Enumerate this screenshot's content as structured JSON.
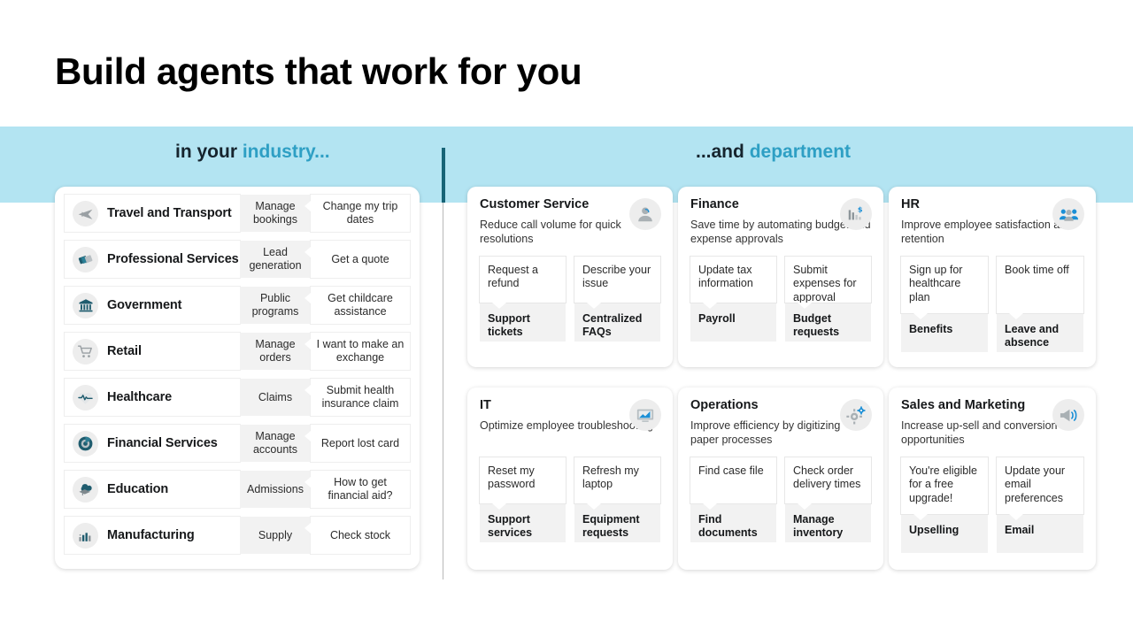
{
  "title": "Build agents that work for you",
  "band": {
    "left_prefix": "in your ",
    "left_accent": "industry...",
    "right_prefix": "...and ",
    "right_accent": "department"
  },
  "industries": [
    {
      "icon": "airplane-icon",
      "name": "Travel and Transport",
      "category": "Manage bookings",
      "prompt": "Change my trip dates"
    },
    {
      "icon": "handshake-icon",
      "name": "Professional Services",
      "category": "Lead generation",
      "prompt": "Get a quote"
    },
    {
      "icon": "government-building-icon",
      "name": "Government",
      "category": "Public programs",
      "prompt": "Get childcare assistance"
    },
    {
      "icon": "shopping-cart-icon",
      "name": "Retail",
      "category": "Manage orders",
      "prompt": "I want to make an exchange"
    },
    {
      "icon": "heart-pulse-icon",
      "name": "Healthcare",
      "category": "Claims",
      "prompt": "Submit health insurance claim"
    },
    {
      "icon": "target-circle-icon",
      "name": "Financial Services",
      "category": "Manage accounts",
      "prompt": "Report lost card"
    },
    {
      "icon": "graduation-cap-icon",
      "name": "Education",
      "category": "Admissions",
      "prompt": "How to get financial aid?"
    },
    {
      "icon": "factory-chart-icon",
      "name": "Manufacturing",
      "category": "Supply",
      "prompt": "Check stock"
    }
  ],
  "departments": [
    {
      "icon": "person-headset-icon",
      "title": "Customer Service",
      "subtitle": "Reduce call volume for quick resolutions",
      "tiles": [
        {
          "prompt": "Request a refund",
          "category": "Support tickets"
        },
        {
          "prompt": "Describe your issue",
          "category": "Centralized FAQs"
        }
      ]
    },
    {
      "icon": "bar-chart-dollar-icon",
      "title": "Finance",
      "subtitle": "Save time by automating budget and expense approvals",
      "tiles": [
        {
          "prompt": "Update tax information",
          "category": "Payroll"
        },
        {
          "prompt": "Submit expenses for approval",
          "category": "Budget requests"
        }
      ]
    },
    {
      "icon": "people-group-icon",
      "title": "HR",
      "subtitle": "Improve employee satisfaction and retention",
      "tiles": [
        {
          "prompt": "Sign up for healthcare plan",
          "category": "Benefits"
        },
        {
          "prompt": "Book time off",
          "category": "Leave and absence"
        }
      ]
    },
    {
      "icon": "monitor-chart-icon",
      "title": "IT",
      "subtitle": "Optimize employee troubleshooting",
      "tiles": [
        {
          "prompt": "Reset my password",
          "category": "Support services"
        },
        {
          "prompt": "Refresh my laptop",
          "category": "Equipment requests"
        }
      ]
    },
    {
      "icon": "gears-icon",
      "title": "Operations",
      "subtitle": "Improve efficiency by digitizing paper processes",
      "tiles": [
        {
          "prompt": "Find case file",
          "category": "Find documents"
        },
        {
          "prompt": "Check order delivery times",
          "category": "Manage inventory"
        }
      ]
    },
    {
      "icon": "megaphone-icon",
      "title": "Sales and Marketing",
      "subtitle": "Increase up-sell and conversion opportunities",
      "tiles": [
        {
          "prompt": "You're eligible for a free upgrade!",
          "category": "Upselling"
        },
        {
          "prompt": "Update your email preferences",
          "category": "Email"
        }
      ]
    }
  ],
  "colors": {
    "band": "#b3e4f2",
    "accent_text": "#2e9fc4",
    "divider_dark": "#176477",
    "tile_gray": "#f2f2f2"
  }
}
